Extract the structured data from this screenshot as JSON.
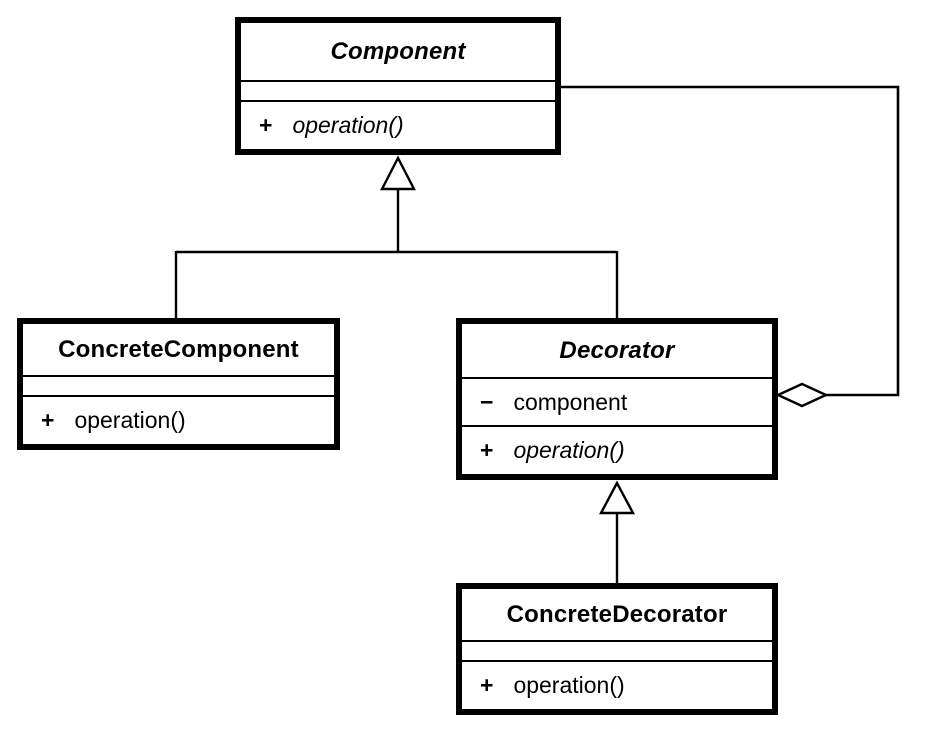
{
  "classes": {
    "component": {
      "name": "Component",
      "abstract": true,
      "op_visibility": "+",
      "op_name": "operation()"
    },
    "concrete_component": {
      "name": "ConcreteComponent",
      "abstract": false,
      "op_visibility": "+",
      "op_name": "operation()"
    },
    "decorator": {
      "name": "Decorator",
      "abstract": true,
      "attr_visibility": "−",
      "attr_name": "component",
      "op_visibility": "+",
      "op_name": "operation()"
    },
    "concrete_decorator": {
      "name": "ConcreteDecorator",
      "abstract": false,
      "op_visibility": "+",
      "op_name": "operation()"
    }
  },
  "relationships": [
    {
      "type": "generalization",
      "from": "ConcreteComponent",
      "to": "Component"
    },
    {
      "type": "generalization",
      "from": "Decorator",
      "to": "Component"
    },
    {
      "type": "generalization",
      "from": "ConcreteDecorator",
      "to": "Decorator"
    },
    {
      "type": "aggregation",
      "from": "Decorator",
      "to": "Component"
    }
  ],
  "colors": {
    "line": "#000000",
    "background": "#ffffff",
    "box_fill": "#ffffff"
  }
}
